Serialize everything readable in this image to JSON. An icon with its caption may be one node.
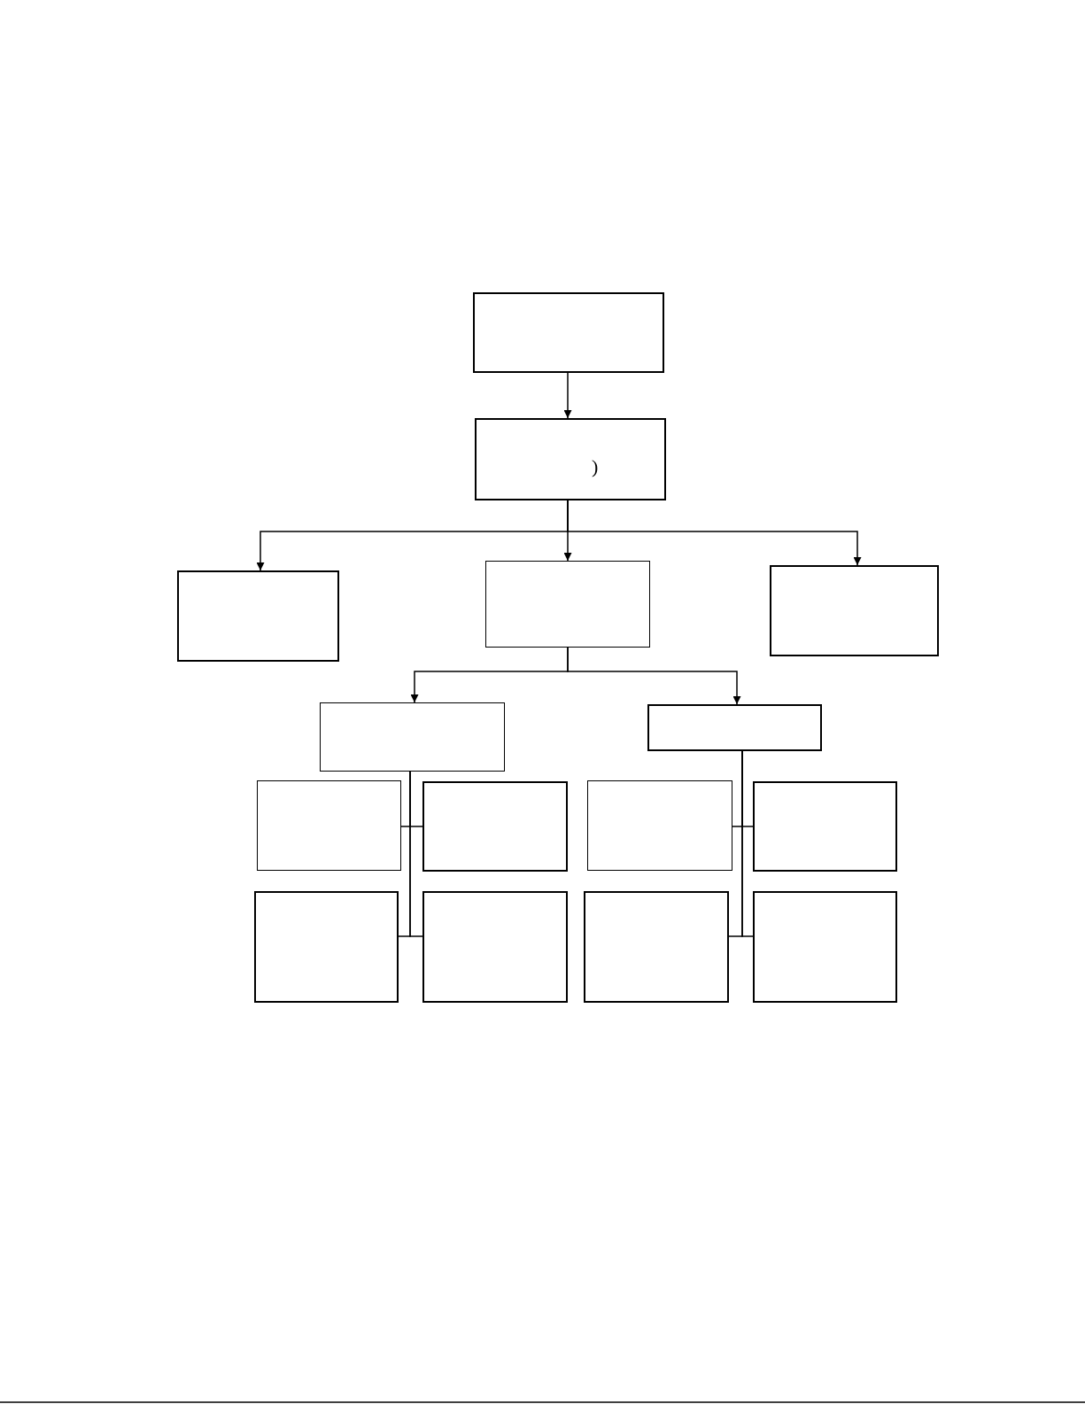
{
  "diagram": {
    "nodes": [
      {
        "text": [],
        "shape": "box"
      },
      {
        "text": [
          ")"
        ]
      },
      {
        "text": [],
        "shape": "box"
      },
      {
        "text": [],
        "shape": "box"
      },
      {
        "text": [],
        "shape": "box"
      },
      {
        "text": [],
        "shape": "box"
      },
      {
        "text": [],
        "shape": "box"
      },
      {
        "text": [],
        "shape": "box"
      },
      {
        "text": [],
        "shape": "box"
      },
      {
        "text": [],
        "shape": "box"
      },
      {
        "text": [],
        "shape": "box"
      },
      {
        "text": [],
        "shape": "box"
      },
      {
        "text": [],
        "shape": "box"
      },
      {
        "text": [],
        "shape": "box"
      },
      {
        "text": [],
        "shape": "box"
      }
    ],
    "edges": [
      {
        "from": 0,
        "to": 1,
        "arrow": "to"
      },
      {
        "from": 1,
        "to": 2,
        "arrow": "to"
      },
      {
        "from": 1,
        "to": 3,
        "arrow": "to"
      },
      {
        "from": 1,
        "to": 4,
        "arrow": "to"
      },
      {
        "from": 3,
        "to": 5,
        "arrow": "to"
      },
      {
        "from": 3,
        "to": 6,
        "arrow": "to"
      },
      {
        "from": 5,
        "to": 7,
        "arrow": "none"
      },
      {
        "from": 5,
        "to": 8,
        "arrow": "none"
      },
      {
        "from": 5,
        "to": 9,
        "arrow": "none"
      },
      {
        "from": 5,
        "to": 10,
        "arrow": "none"
      },
      {
        "from": 6,
        "to": 11,
        "arrow": "none"
      },
      {
        "from": 6,
        "to": 12,
        "arrow": "none"
      },
      {
        "from": 6,
        "to": 13,
        "arrow": "none"
      },
      {
        "from": 6,
        "to": 14,
        "arrow": "none"
      }
    ]
  }
}
